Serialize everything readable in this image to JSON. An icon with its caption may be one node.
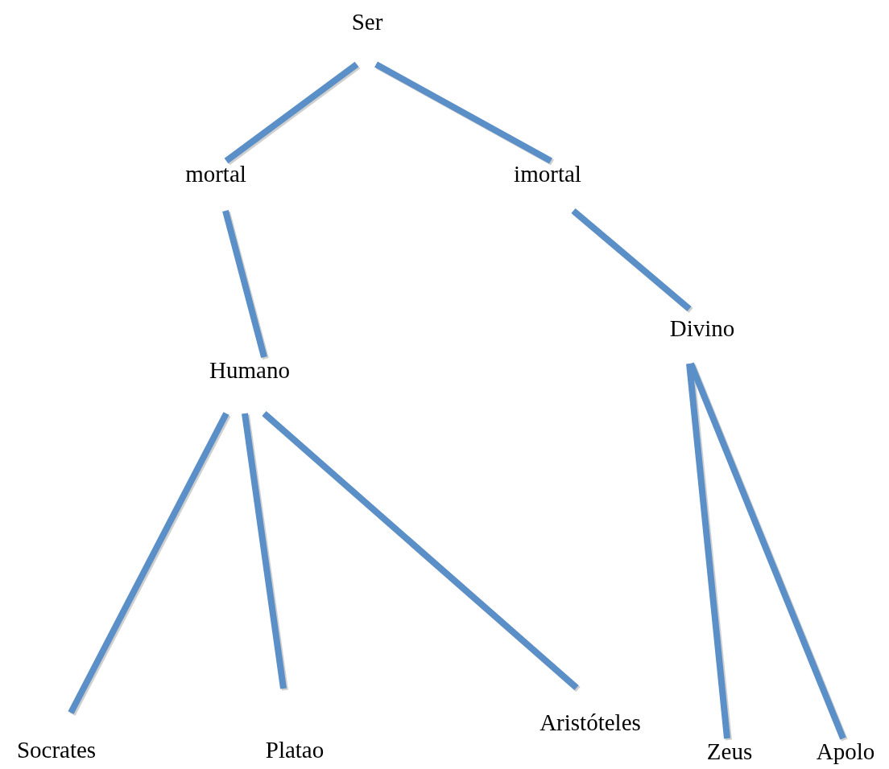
{
  "diagram": {
    "nodes": [
      {
        "text": [
          "Ser"
        ]
      },
      {
        "text": [
          "mortal"
        ]
      },
      {
        "text": [
          "imortal"
        ]
      },
      {
        "text": [
          "Humano"
        ]
      },
      {
        "text": [
          "Divino"
        ]
      },
      {
        "text": [
          "Socrates"
        ]
      },
      {
        "text": [
          "Platao"
        ]
      },
      {
        "text": [
          "Aristóteles"
        ]
      },
      {
        "text": [
          "Zeus"
        ]
      },
      {
        "text": [
          "Apolo"
        ]
      }
    ],
    "edges": [
      {
        "from": 0,
        "to": 1,
        "arrow": "none"
      },
      {
        "from": 0,
        "to": 2,
        "arrow": "none"
      },
      {
        "from": 1,
        "to": 3,
        "arrow": "none"
      },
      {
        "from": 2,
        "to": 4,
        "arrow": "none"
      },
      {
        "from": 3,
        "to": 5,
        "arrow": "none"
      },
      {
        "from": 3,
        "to": 6,
        "arrow": "none"
      },
      {
        "from": 3,
        "to": 7,
        "arrow": "none"
      },
      {
        "from": 4,
        "to": 8,
        "arrow": "none"
      },
      {
        "from": 4,
        "to": 9,
        "arrow": "none"
      }
    ]
  }
}
